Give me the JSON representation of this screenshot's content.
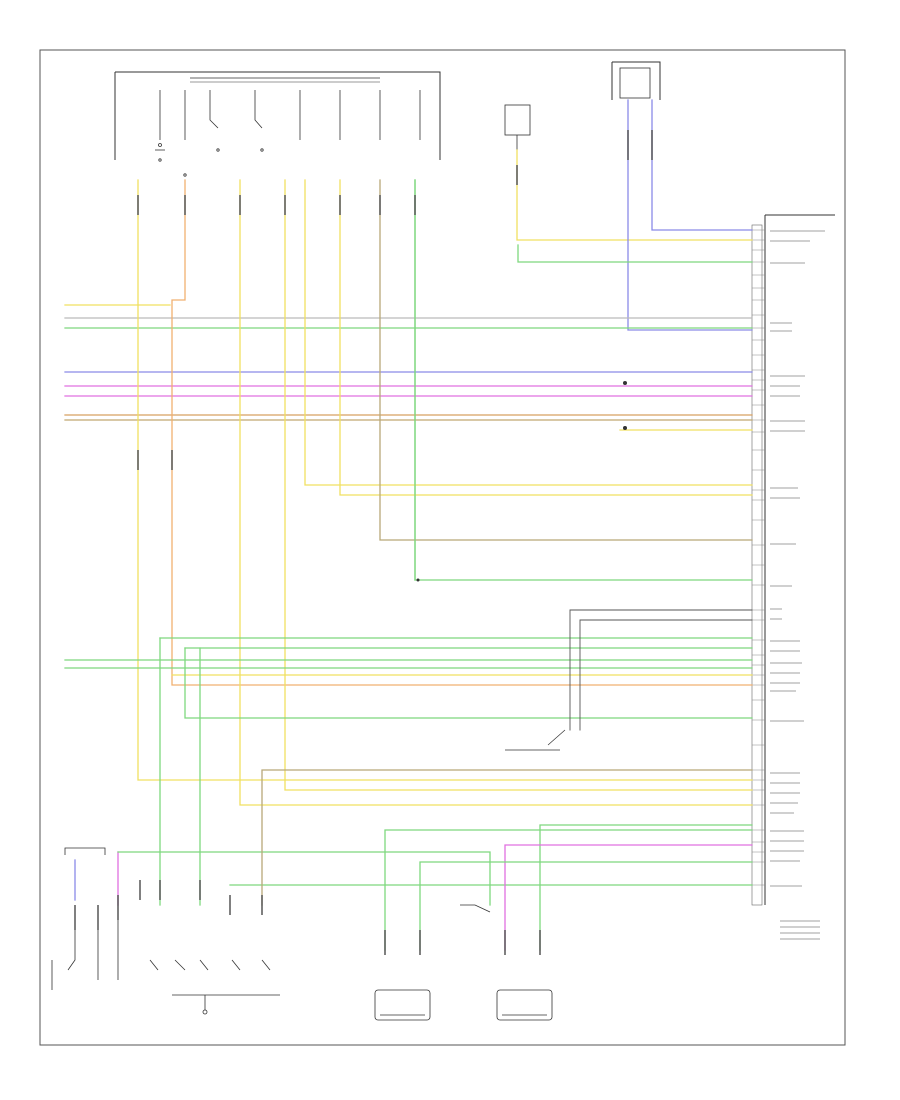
{
  "diagram": {
    "footer_code": "",
    "module_title": "",
    "colors": {
      "yellow": "#f0e060",
      "green": "#7ed87e",
      "blue": "#8a8ae8",
      "pink": "#e070e0",
      "orange": "#f0b070",
      "tan": "#b8a878",
      "gray": "#999999",
      "dark": "#555555"
    },
    "wires": [
      {
        "name": "wire-trs-t41-yellow",
        "color": "yellow"
      },
      {
        "name": "wire-trs-t3-orange",
        "color": "orange"
      },
      {
        "name": "wire-trs-t1-yellow",
        "color": "yellow"
      },
      {
        "name": "wire-trs-t42-yellow",
        "color": "yellow"
      },
      {
        "name": "wire-trs-t37-yellow",
        "color": "yellow"
      },
      {
        "name": "wire-trs-t9-yellow",
        "color": "yellow"
      },
      {
        "name": "wire-trs-t20-green",
        "color": "green"
      },
      {
        "name": "wire-trs-t60-yellow",
        "color": "yellow"
      },
      {
        "name": "wire-speed-sensor-yellow",
        "color": "yellow"
      },
      {
        "name": "wire-speed-ground-green",
        "color": "green"
      },
      {
        "name": "wire-overdrive-blue",
        "color": "blue"
      },
      {
        "name": "wire-overdrive-gray",
        "color": "gray"
      },
      {
        "name": "wire-tcc-blue",
        "color": "blue"
      },
      {
        "name": "wire-tcc-pink",
        "color": "pink"
      },
      {
        "name": "wire-tcc-orange",
        "color": "orange"
      },
      {
        "name": "wire-tcc-yellow",
        "color": "yellow"
      }
    ]
  }
}
